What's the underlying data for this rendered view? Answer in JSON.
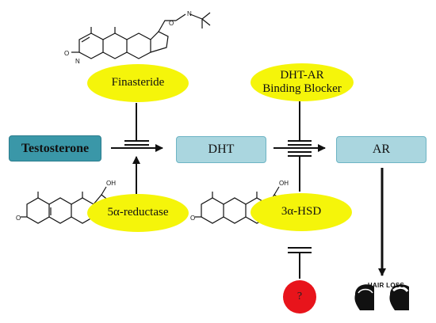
{
  "nodes": {
    "testosterone": "Testosterone",
    "dht": "DHT",
    "ar": "AR",
    "finasteride": "Finasteride",
    "blocker_line1": "DHT-AR",
    "blocker_line2": "Binding Blocker",
    "reductase": "5α-reductase",
    "hsd": "3α-HSD",
    "unknown": "?"
  },
  "outcome": {
    "label": "HAIR LOSS"
  },
  "colors": {
    "testosterone_box": "#3a97a8",
    "dht_ar_box": "#aad6df",
    "oval": "#f5f50a",
    "unknown_circle": "#e8141b"
  }
}
